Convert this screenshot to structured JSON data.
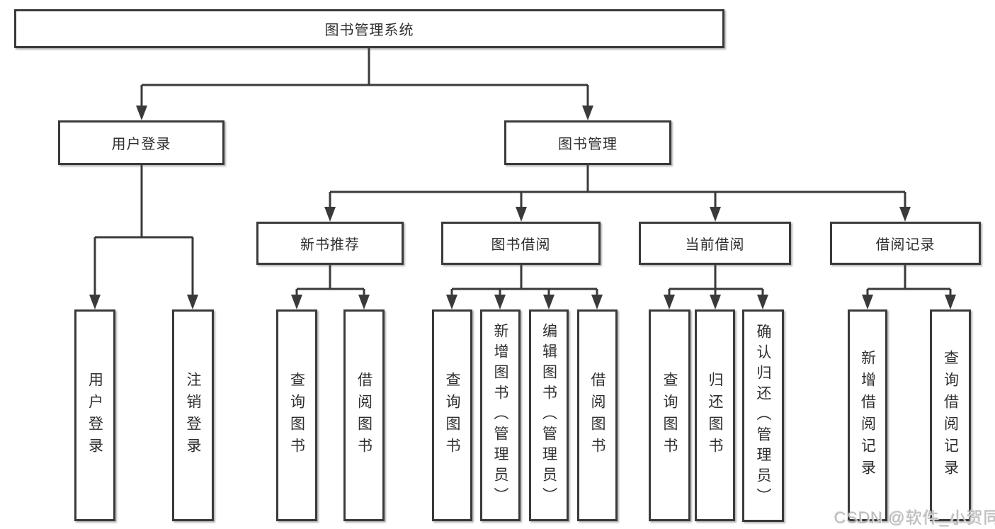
{
  "tree": {
    "label": "图书管理系统",
    "children": [
      {
        "label": "用户登录",
        "children": [
          {
            "label": "用户登录"
          },
          {
            "label": "注销登录"
          }
        ]
      },
      {
        "label": "图书管理",
        "children": [
          {
            "label": "新书推荐",
            "children": [
              {
                "label": "查询图书"
              },
              {
                "label": "借阅图书"
              }
            ]
          },
          {
            "label": "图书借阅",
            "children": [
              {
                "label": "查询图书"
              },
              {
                "label": "新增图书（管理员）"
              },
              {
                "label": "编辑图书（管理员）"
              },
              {
                "label": "借阅图书"
              }
            ]
          },
          {
            "label": "当前借阅",
            "children": [
              {
                "label": "查询图书"
              },
              {
                "label": "归还图书"
              },
              {
                "label": "确认归还（管理员）"
              }
            ]
          },
          {
            "label": "借阅记录",
            "children": [
              {
                "label": "新增借阅记录"
              },
              {
                "label": "查询借阅记录"
              }
            ]
          }
        ]
      }
    ]
  },
  "watermark": {
    "text": "CSDN @软件_小贺同学"
  },
  "colors": {
    "line": "#3a3a3a",
    "text": "#2f2f2f",
    "background": "#ffffff",
    "watermark": "#bcbcbc"
  }
}
